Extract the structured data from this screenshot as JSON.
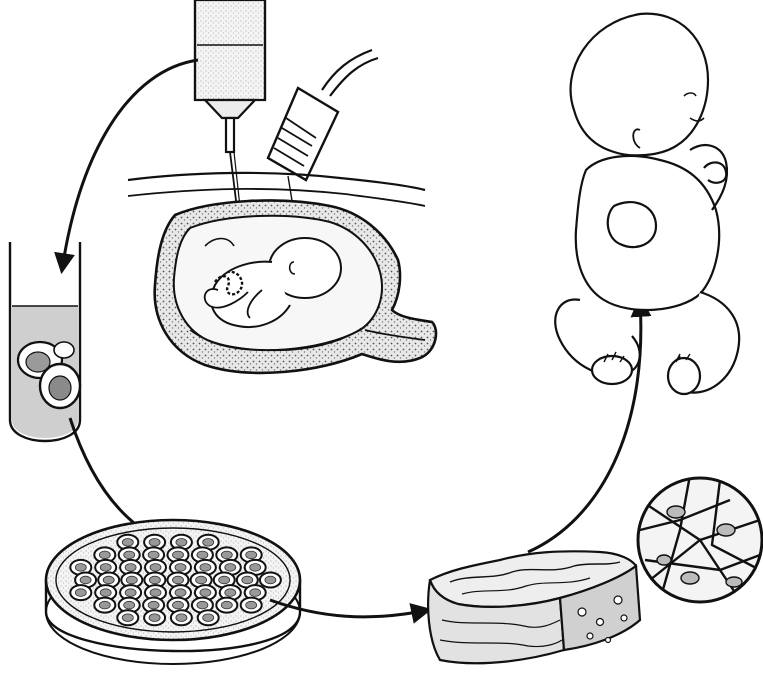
{
  "diagram": {
    "stages": [
      {
        "id": "amniocentesis",
        "icon": "syringe-and-ultrasound-probe-over-uterus"
      },
      {
        "id": "collected-cells",
        "icon": "test-tube-with-cells"
      },
      {
        "id": "cell-culture",
        "icon": "petri-dish-with-cells"
      },
      {
        "id": "engineered-tissue",
        "icon": "tissue-scaffold-block"
      },
      {
        "id": "scaffold-detail",
        "icon": "magnified-cell-scaffold"
      },
      {
        "id": "newborn",
        "icon": "baby"
      }
    ],
    "flow": [
      [
        "amniocentesis",
        "collected-cells"
      ],
      [
        "collected-cells",
        "cell-culture"
      ],
      [
        "cell-culture",
        "engineered-tissue"
      ],
      [
        "engineered-tissue",
        "newborn"
      ]
    ],
    "colors": {
      "ink": "#111111",
      "tube_fluid": "#cfcfcf",
      "tissue": "#e3e3e3",
      "uterus_wall": "#d9d9d9",
      "amniotic": "#f2f2f2"
    }
  }
}
